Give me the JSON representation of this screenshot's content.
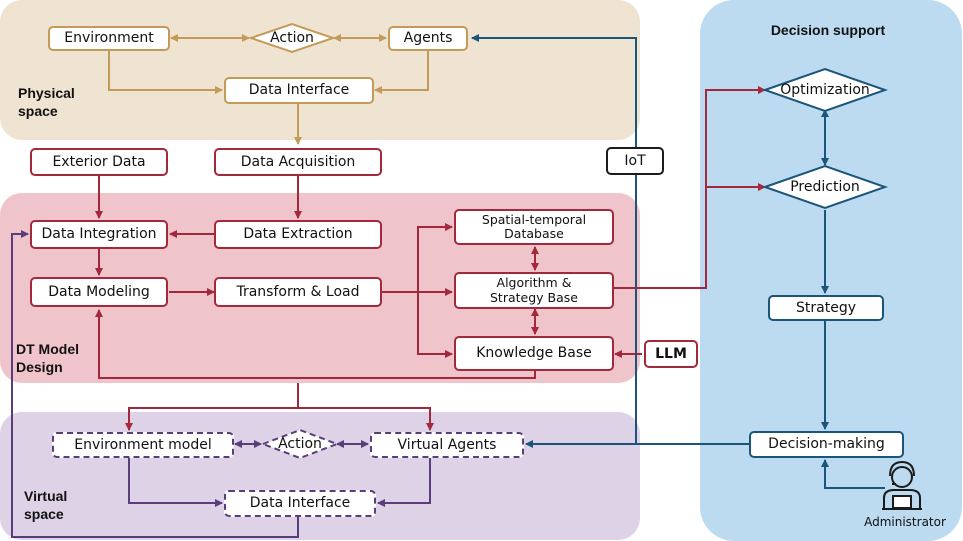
{
  "panels": {
    "physical": "Physical space",
    "dt_model": "DT Model Design",
    "virtual": "Virtual space",
    "decision": "Decision support"
  },
  "physical": {
    "environment": "Environment",
    "action": "Action",
    "agents": "Agents",
    "data_interface": "Data Interface"
  },
  "middle": {
    "exterior_data": "Exterior Data",
    "data_acquisition": "Data Acquisition",
    "iot": "IoT",
    "data_integration": "Data Integration",
    "data_extraction": "Data Extraction",
    "data_modeling": "Data Modeling",
    "transform_load": "Transform & Load",
    "spatial_db": "Spatial-temporal Database",
    "algorithm_base": "Algorithm & Strategy Base",
    "knowledge_base": "Knowledge Base",
    "llm": "LLM"
  },
  "virtual": {
    "environment_model": "Environment model",
    "action": "Action",
    "virtual_agents": "Virtual Agents",
    "data_interface": "Data Interface"
  },
  "decision": {
    "optimization": "Optimization",
    "prediction": "Prediction",
    "strategy": "Strategy",
    "decision_making": "Decision-making",
    "administrator": "Administrator"
  },
  "colors": {
    "physical_bg": "#efe3d1",
    "dt_bg": "#f0c4cb",
    "virtual_bg": "#ddd2e6",
    "decision_bg": "#bcdaf0",
    "tan": "#c49a58",
    "red": "#a3283c",
    "purple": "#5a3d7a",
    "blue": "#1b557a"
  }
}
